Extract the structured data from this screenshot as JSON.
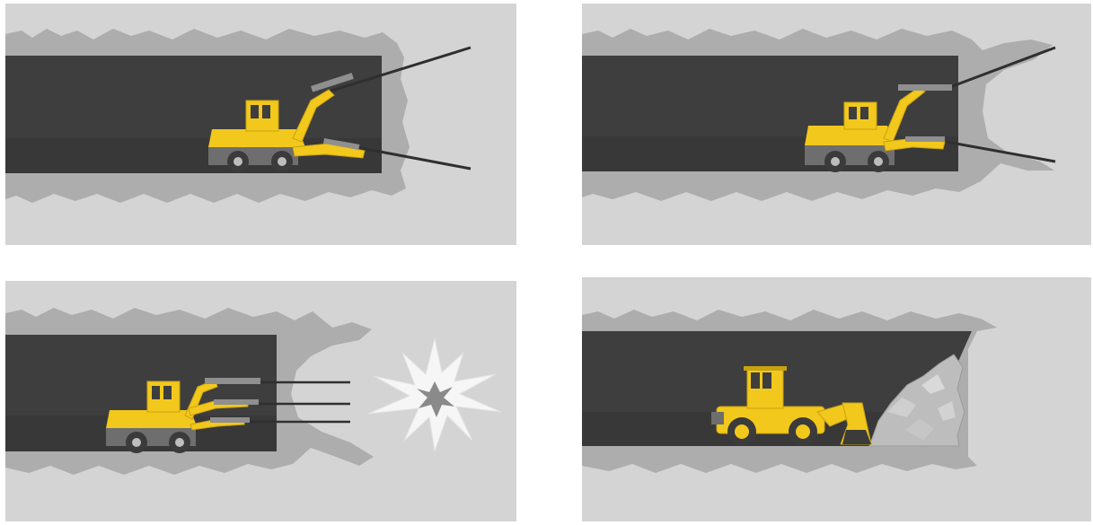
{
  "figure": {
    "description_free": true,
    "panels": [
      {
        "id": "p1",
        "step": 1,
        "name": "drilling-first-holes"
      },
      {
        "id": "p2",
        "step": 2,
        "name": "drilling-angled-holes"
      },
      {
        "id": "p3",
        "step": 3,
        "name": "charging-and-blasting"
      },
      {
        "id": "p4",
        "step": 4,
        "name": "mucking-out"
      }
    ]
  },
  "colors": {
    "background": "#ffffff",
    "panel_bg": "#d4d4d4",
    "rock_halo": "#adadad",
    "tunnel_dark": "#3e3e3e",
    "tunnel_dark_edge": "#333333",
    "machine_yellow": "#f2c81c",
    "machine_yellow_dark": "#c9a210",
    "machine_grey": "#6e6e6e",
    "wheel": "#3b3b3b",
    "drill_rod": "#2f2f2f",
    "blast_white": "#f6f6f6",
    "blast_core": "#8a8a8a",
    "muck": "#bdbdbd"
  }
}
